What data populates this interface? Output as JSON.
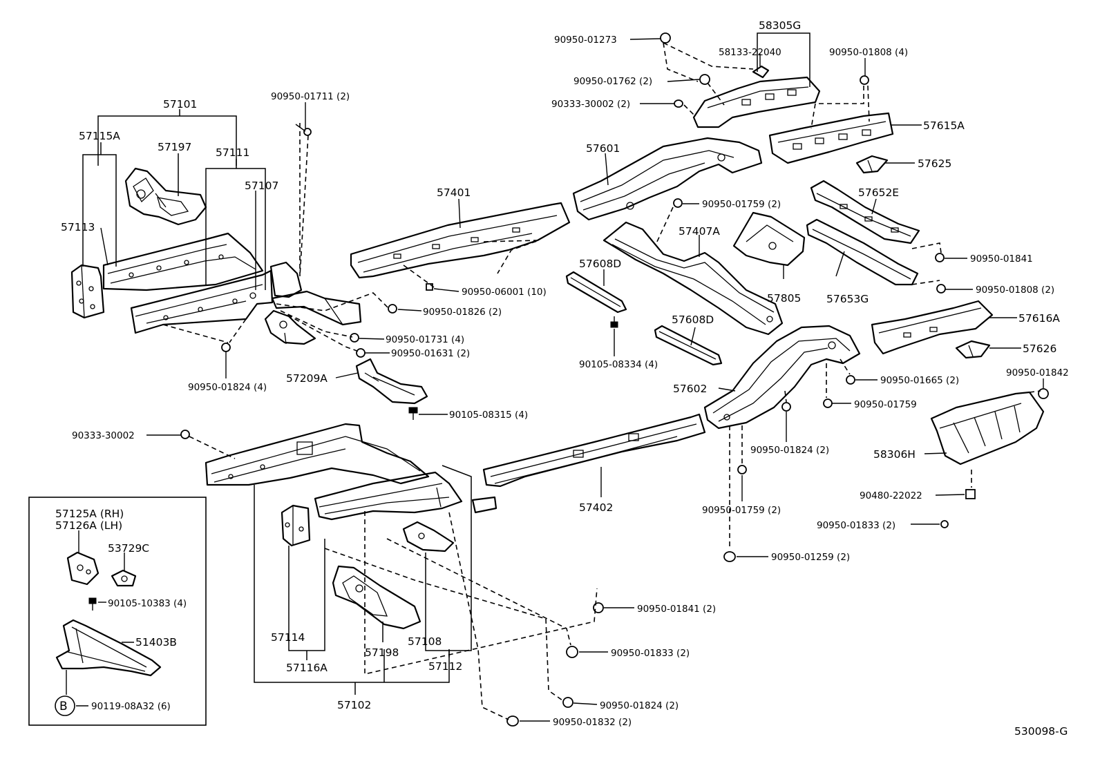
{
  "diagram_code": "530098-G",
  "labels": {
    "p57101": "57101",
    "p57115A": "57115A",
    "p57197": "57197",
    "p57111": "57111",
    "p57107": "57107",
    "p57113": "57113",
    "f_90950_01711": "90950-01711 (2)",
    "p57401": "57401",
    "f_90950_06001": "90950-06001 (10)",
    "f_90950_01826": "90950-01826 (2)",
    "f_90950_01731": "90950-01731 (4)",
    "f_90950_01631": "90950-01631 (2)",
    "p57209A": "57209A",
    "f_90950_01824_a": "90950-01824 (4)",
    "f_90105_08315": "90105-08315 (4)",
    "f_90333_30002_a": "90333-30002",
    "f_90950_01273": "90950-01273",
    "p58305G": "58305G",
    "p58133_22040": "58133-22040",
    "f_90950_01808_a": "90950-01808 (4)",
    "f_90950_01762": "90950-01762 (2)",
    "f_90333_30002_b": "90333-30002 (2)",
    "p57615A": "57615A",
    "p57601": "57601",
    "p57625": "57625",
    "f_90950_01759_a": "90950-01759 (2)",
    "p57652E": "57652E",
    "p57407A": "57407A",
    "p57608D_a": "57608D",
    "p57805": "57805",
    "p57653G": "57653G",
    "f_90950_01841_a": "90950-01841",
    "f_90950_01808_b": "90950-01808 (2)",
    "p57616A": "57616A",
    "p57626": "57626",
    "f_90105_08334": "90105-08334 (4)",
    "p57608D_b": "57608D",
    "p57602": "57602",
    "f_90950_01665": "90950-01665 (2)",
    "f_90950_01842": "90950-01842",
    "f_90950_01759_b": "90950-01759",
    "f_90950_01824_b": "90950-01824 (2)",
    "p58306H": "58306H",
    "f_90480_22022": "90480-22022",
    "p57402": "57402",
    "f_90950_01759_c": "90950-01759 (2)",
    "f_90950_01833_a": "90950-01833 (2)",
    "f_90950_01259": "90950-01259 (2)",
    "p57125A": "57125A (RH)",
    "p57126A": "57126A (LH)",
    "p53729C": "53729C",
    "f_90105_10383": "90105-10383 (4)",
    "p51403B": "51403B",
    "callout_B": "B",
    "f_90119_08A32": "90119-08A32 (6)",
    "p57114": "57114",
    "p57116A": "57116A",
    "p57198": "57198",
    "p57108": "57108",
    "p57112": "57112",
    "p57102": "57102",
    "f_90950_01841_b": "90950-01841 (2)",
    "f_90950_01833_b": "90950-01833 (2)",
    "f_90950_01824_c": "90950-01824 (2)",
    "f_90950_01832": "90950-01832 (2)"
  }
}
